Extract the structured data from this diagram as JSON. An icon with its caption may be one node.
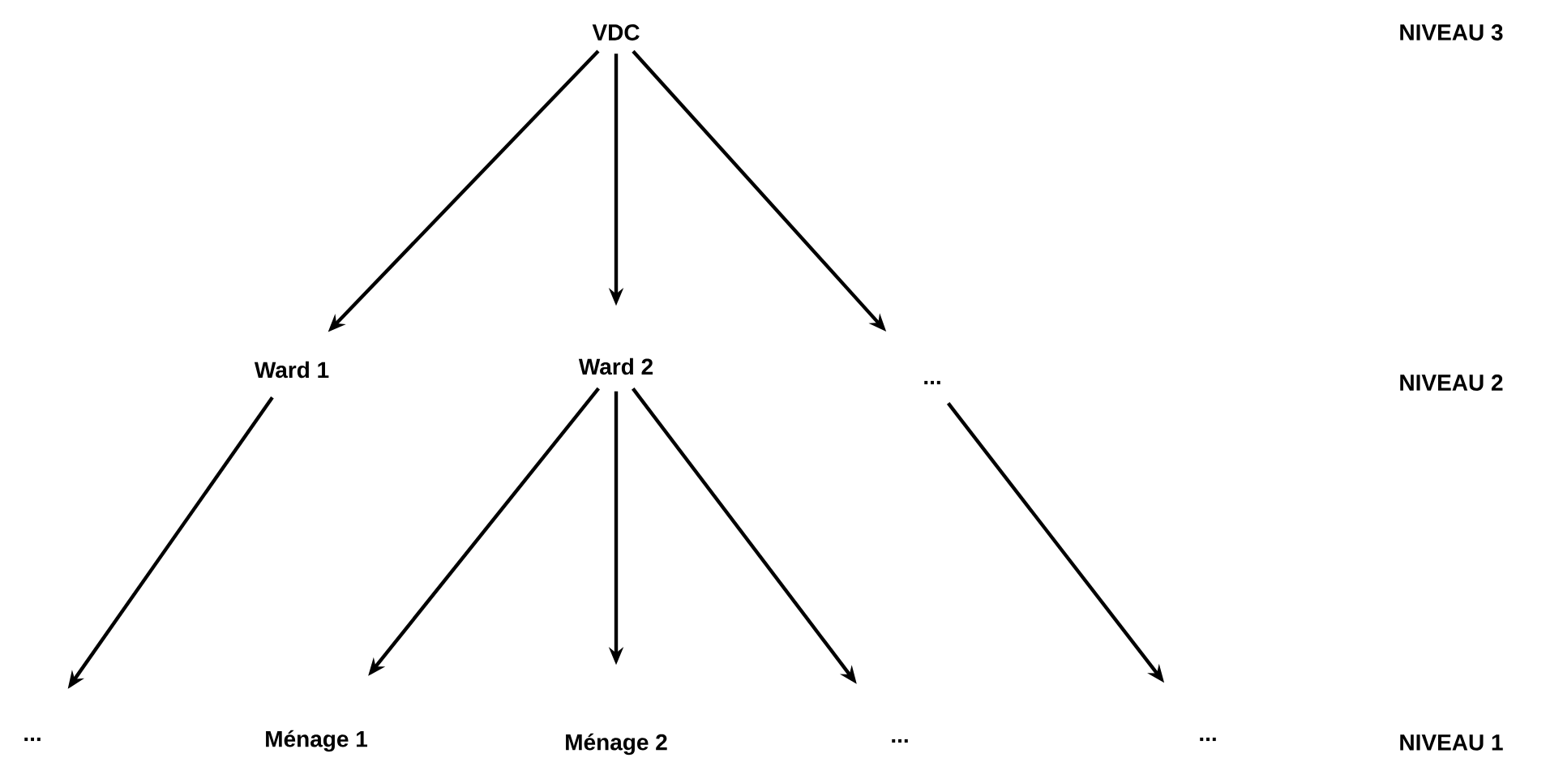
{
  "diagram": {
    "nodes": [
      {
        "text": [
          "VDC"
        ]
      },
      {
        "text": [
          "Ward 1"
        ]
      },
      {
        "text": [
          "Ward 2"
        ]
      },
      {
        "text": [
          "..."
        ]
      },
      {
        "text": [
          "..."
        ]
      },
      {
        "text": [
          "Ménage 1"
        ]
      },
      {
        "text": [
          "Ménage 2"
        ]
      },
      {
        "text": [
          "..."
        ]
      },
      {
        "text": [
          "..."
        ]
      }
    ],
    "edges": [
      {
        "from": 0,
        "to": 1,
        "arrow": "to"
      },
      {
        "from": 0,
        "to": 2,
        "arrow": "to"
      },
      {
        "from": 0,
        "to": 3,
        "arrow": "to"
      },
      {
        "from": 1,
        "to": 4,
        "arrow": "to"
      },
      {
        "from": 2,
        "to": 5,
        "arrow": "to"
      },
      {
        "from": 2,
        "to": 6,
        "arrow": "to"
      },
      {
        "from": 2,
        "to": 7,
        "arrow": "to"
      },
      {
        "from": 3,
        "to": 8,
        "arrow": "to"
      }
    ],
    "labels": [
      "NIVEAU 3",
      "NIVEAU 2",
      "NIVEAU 1"
    ]
  }
}
